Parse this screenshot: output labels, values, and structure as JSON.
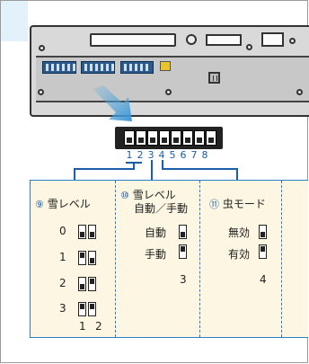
{
  "dip_switch_numbers": [
    "1",
    "2",
    "3",
    "4",
    "5",
    "6",
    "7",
    "8"
  ],
  "panels": {
    "snow_level": {
      "index": "⑨",
      "title": "雪レベル",
      "rows": [
        {
          "label": "0",
          "sw1": "down",
          "sw2": "down"
        },
        {
          "label": "1",
          "sw1": "up",
          "sw2": "down"
        },
        {
          "label": "2",
          "sw1": "down",
          "sw2": "up"
        },
        {
          "label": "3",
          "sw1": "up",
          "sw2": "up"
        }
      ],
      "switch_numbers": [
        "1",
        "2"
      ]
    },
    "snow_level_mode": {
      "index": "⑩",
      "title_line1": "雪レベル",
      "title_line2": "自動／手動",
      "rows": [
        {
          "label": "自動",
          "sw": "down"
        },
        {
          "label": "手動",
          "sw": "up"
        }
      ],
      "switch_number": "3"
    },
    "insect_mode": {
      "index": "⑪",
      "title": "虫モード",
      "rows": [
        {
          "label": "無効",
          "sw": "down"
        },
        {
          "label": "有効",
          "sw": "up"
        }
      ],
      "switch_number": "4"
    }
  },
  "colors": {
    "accent_blue": "#1b5ea8",
    "panel_fill": "#fdf6e2",
    "terminal_blue": "#2c5a8a",
    "arrow_blue": "#5aaee0"
  }
}
